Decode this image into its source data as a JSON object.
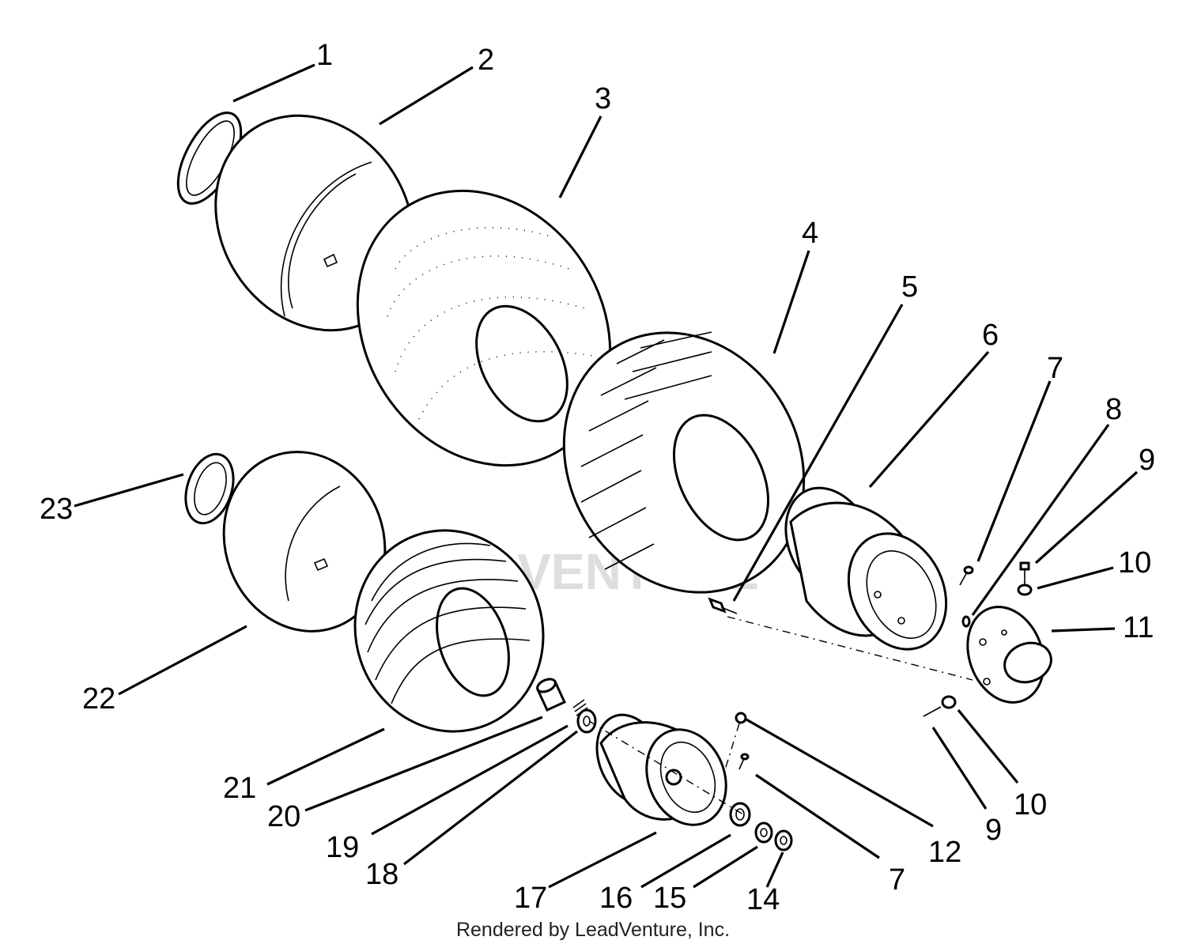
{
  "watermark": "LEADVENTURE",
  "callouts": {
    "c1": "1",
    "c2": "2",
    "c3": "3",
    "c4": "4",
    "c5": "5",
    "c6": "6",
    "c7a": "7",
    "c8": "8",
    "c9a": "9",
    "c10a": "10",
    "c11": "11",
    "c12": "12",
    "c7b": "7",
    "c9b": "9",
    "c10b": "10",
    "c14": "14",
    "c15": "15",
    "c16": "16",
    "c17": "17",
    "c18": "18",
    "c19": "19",
    "c20": "20",
    "c21": "21",
    "c22": "22",
    "c23": "23"
  },
  "footer": "Rendered by LeadVenture, Inc."
}
